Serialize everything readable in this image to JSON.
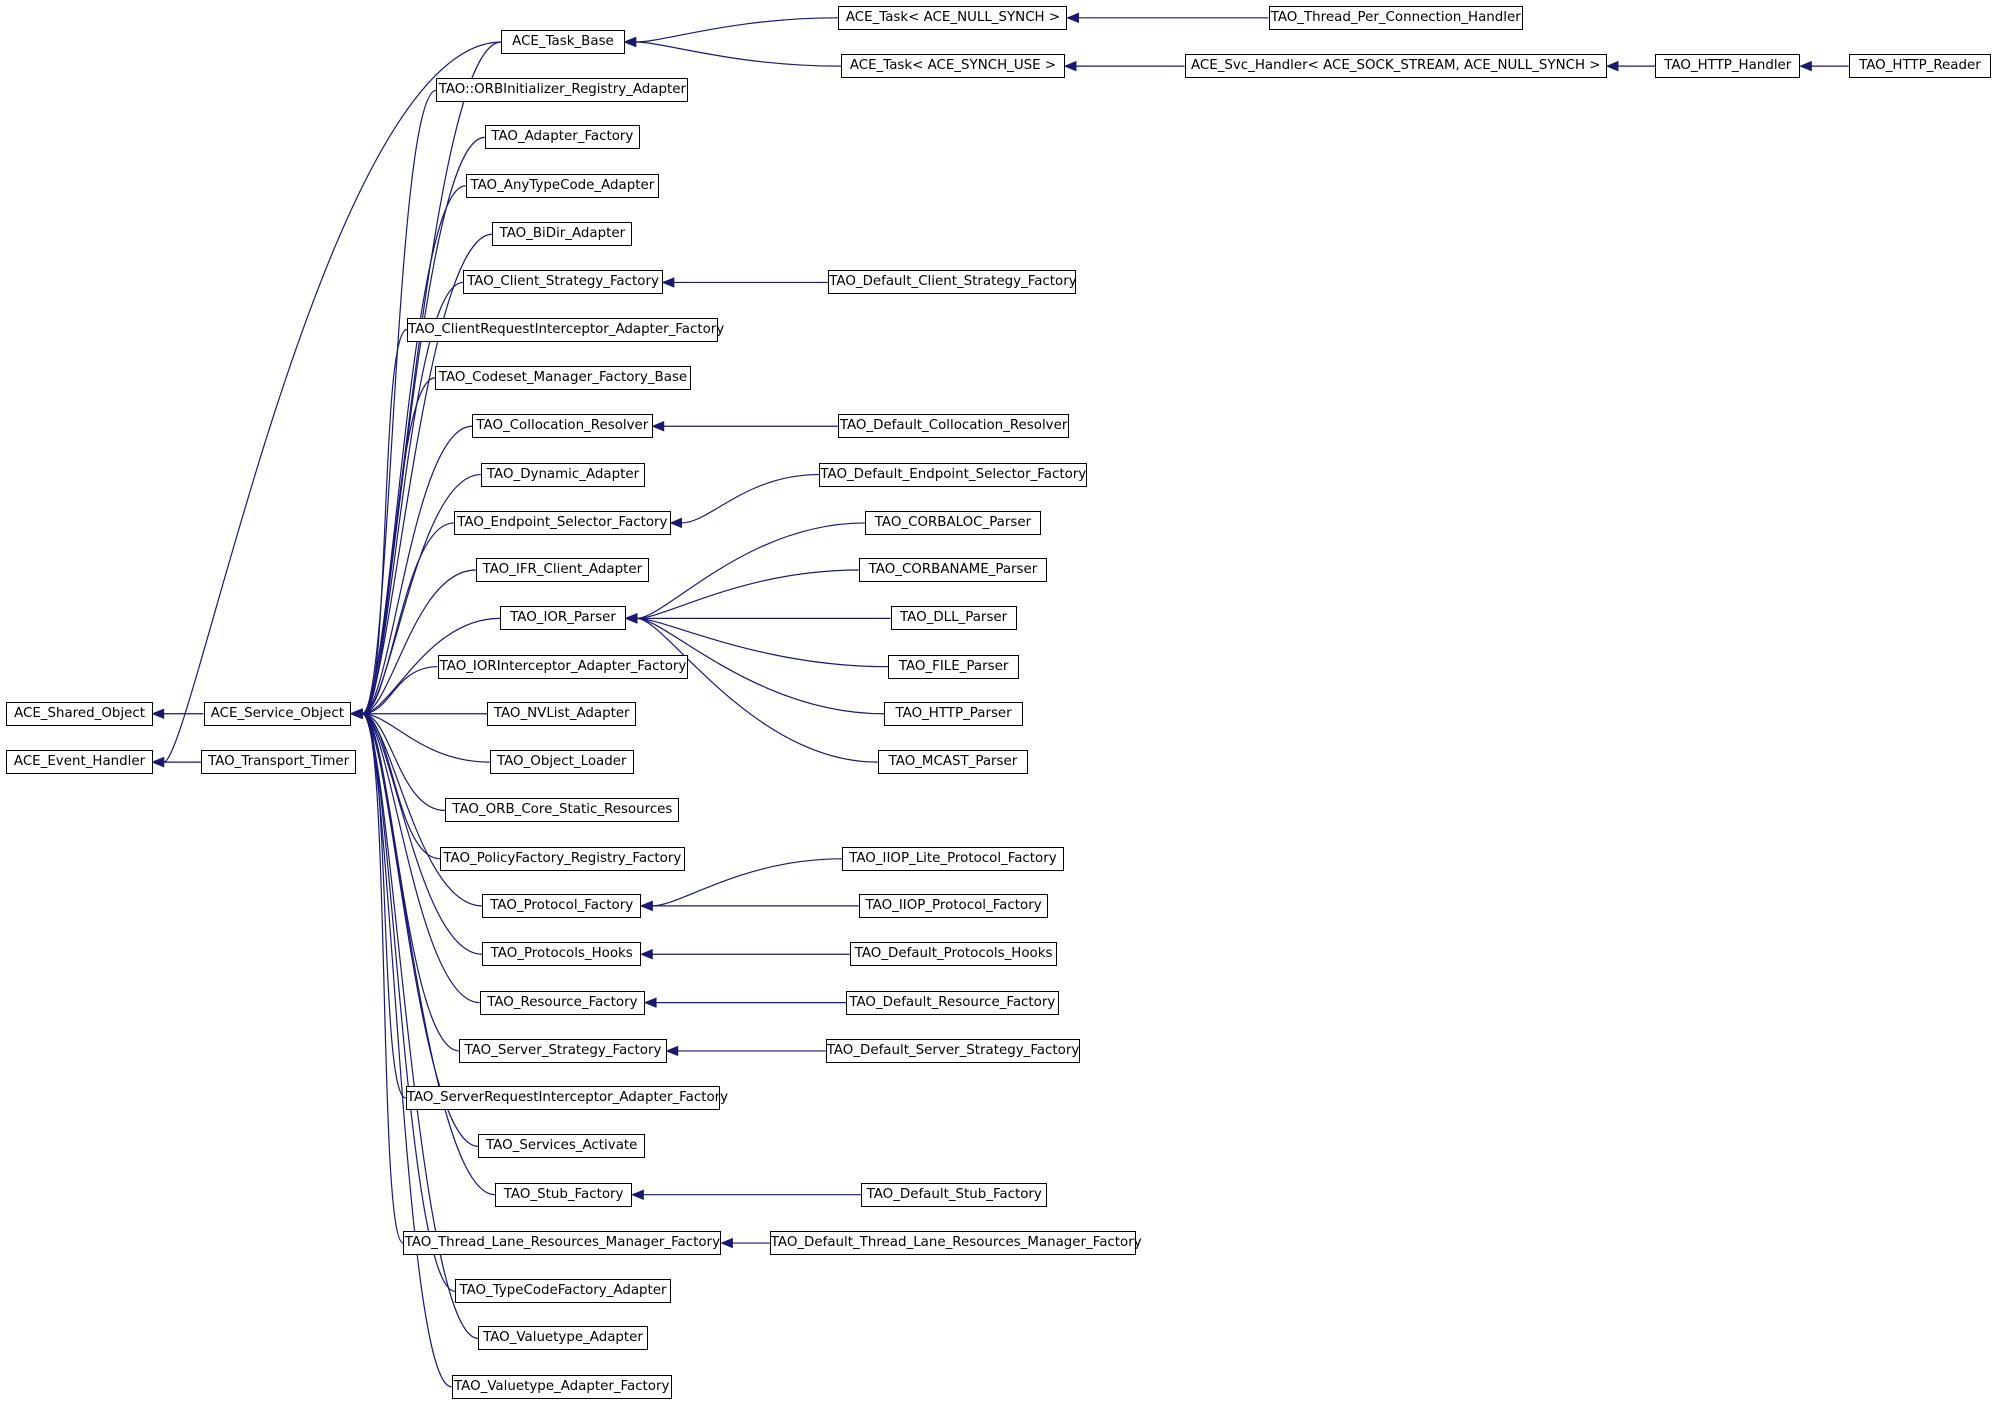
{
  "diagram": {
    "edge_color": "#191970",
    "nodes": [
      {
        "id": "ace_task_base",
        "label": "ACE_Task_Base"
      },
      {
        "id": "ace_task_null",
        "label": "ACE_Task< ACE_NULL_SYNCH >"
      },
      {
        "id": "tao_thread_per_conn",
        "label": "TAO_Thread_Per_Connection_Handler"
      },
      {
        "id": "ace_task_use",
        "label": "ACE_Task< ACE_SYNCH_USE >"
      },
      {
        "id": "ace_svc_handler",
        "label": "ACE_Svc_Handler< ACE_SOCK_STREAM, ACE_NULL_SYNCH >"
      },
      {
        "id": "tao_http_handler",
        "label": "TAO_HTTP_Handler"
      },
      {
        "id": "tao_http_reader",
        "label": "TAO_HTTP_Reader"
      },
      {
        "id": "tao_orbinit_reg",
        "label": "TAO::ORBInitializer_Registry_Adapter"
      },
      {
        "id": "tao_adapter_factory",
        "label": "TAO_Adapter_Factory"
      },
      {
        "id": "tao_anytypecode",
        "label": "TAO_AnyTypeCode_Adapter"
      },
      {
        "id": "tao_bidir",
        "label": "TAO_BiDir_Adapter"
      },
      {
        "id": "tao_client_strategy",
        "label": "TAO_Client_Strategy_Factory"
      },
      {
        "id": "tao_def_client_strategy",
        "label": "TAO_Default_Client_Strategy_Factory"
      },
      {
        "id": "tao_clientreq",
        "label": "TAO_ClientRequestInterceptor_Adapter_Factory"
      },
      {
        "id": "tao_codeset",
        "label": "TAO_Codeset_Manager_Factory_Base"
      },
      {
        "id": "tao_colloc",
        "label": "TAO_Collocation_Resolver"
      },
      {
        "id": "tao_def_colloc",
        "label": "TAO_Default_Collocation_Resolver"
      },
      {
        "id": "tao_dynamic",
        "label": "TAO_Dynamic_Adapter"
      },
      {
        "id": "tao_def_endpoint",
        "label": "TAO_Default_Endpoint_Selector_Factory"
      },
      {
        "id": "tao_endpoint",
        "label": "TAO_Endpoint_Selector_Factory"
      },
      {
        "id": "tao_corbaloc",
        "label": "TAO_CORBALOC_Parser"
      },
      {
        "id": "tao_ifr",
        "label": "TAO_IFR_Client_Adapter"
      },
      {
        "id": "tao_corbaname",
        "label": "TAO_CORBANAME_Parser"
      },
      {
        "id": "tao_ior_parser",
        "label": "TAO_IOR_Parser"
      },
      {
        "id": "tao_dll",
        "label": "TAO_DLL_Parser"
      },
      {
        "id": "tao_iorinterceptor",
        "label": "TAO_IORInterceptor_Adapter_Factory"
      },
      {
        "id": "tao_file",
        "label": "TAO_FILE_Parser"
      },
      {
        "id": "ace_shared",
        "label": "ACE_Shared_Object"
      },
      {
        "id": "ace_service",
        "label": "ACE_Service_Object"
      },
      {
        "id": "tao_nvlist",
        "label": "TAO_NVList_Adapter"
      },
      {
        "id": "tao_http_parser",
        "label": "TAO_HTTP_Parser"
      },
      {
        "id": "ace_event",
        "label": "ACE_Event_Handler"
      },
      {
        "id": "tao_transport_timer",
        "label": "TAO_Transport_Timer"
      },
      {
        "id": "tao_object_loader",
        "label": "TAO_Object_Loader"
      },
      {
        "id": "tao_mcast",
        "label": "TAO_MCAST_Parser"
      },
      {
        "id": "tao_orb_core_static",
        "label": "TAO_ORB_Core_Static_Resources"
      },
      {
        "id": "tao_policyfactory",
        "label": "TAO_PolicyFactory_Registry_Factory"
      },
      {
        "id": "tao_iiop_lite",
        "label": "TAO_IIOP_Lite_Protocol_Factory"
      },
      {
        "id": "tao_protocol_factory",
        "label": "TAO_Protocol_Factory"
      },
      {
        "id": "tao_iiop",
        "label": "TAO_IIOP_Protocol_Factory"
      },
      {
        "id": "tao_protocols_hooks",
        "label": "TAO_Protocols_Hooks"
      },
      {
        "id": "tao_def_protocols_hooks",
        "label": "TAO_Default_Protocols_Hooks"
      },
      {
        "id": "tao_resource",
        "label": "TAO_Resource_Factory"
      },
      {
        "id": "tao_def_resource",
        "label": "TAO_Default_Resource_Factory"
      },
      {
        "id": "tao_server_strategy",
        "label": "TAO_Server_Strategy_Factory"
      },
      {
        "id": "tao_def_server_strategy",
        "label": "TAO_Default_Server_Strategy_Factory"
      },
      {
        "id": "tao_serverreq",
        "label": "TAO_ServerRequestInterceptor_Adapter_Factory"
      },
      {
        "id": "tao_services_activate",
        "label": "TAO_Services_Activate"
      },
      {
        "id": "tao_stub_factory",
        "label": "TAO_Stub_Factory"
      },
      {
        "id": "tao_def_stub",
        "label": "TAO_Default_Stub_Factory"
      },
      {
        "id": "tao_thread_lane",
        "label": "TAO_Thread_Lane_Resources_Manager_Factory"
      },
      {
        "id": "tao_def_thread_lane",
        "label": "TAO_Default_Thread_Lane_Resources_Manager_Factory"
      },
      {
        "id": "tao_typecodefactory",
        "label": "TAO_TypeCodeFactory_Adapter"
      },
      {
        "id": "tao_valuetype",
        "label": "TAO_Valuetype_Adapter"
      },
      {
        "id": "tao_valuetype_factory",
        "label": "TAO_Valuetype_Adapter_Factory"
      }
    ],
    "edges": [
      {
        "from": "ace_task_null",
        "to": "ace_task_base"
      },
      {
        "from": "ace_task_use",
        "to": "ace_task_base"
      },
      {
        "from": "tao_thread_per_conn",
        "to": "ace_task_null"
      },
      {
        "from": "ace_svc_handler",
        "to": "ace_task_use"
      },
      {
        "from": "tao_http_handler",
        "to": "ace_svc_handler"
      },
      {
        "from": "tao_http_reader",
        "to": "tao_http_handler"
      },
      {
        "from": "ace_task_base",
        "to": "ace_service"
      },
      {
        "from": "tao_orbinit_reg",
        "to": "ace_service"
      },
      {
        "from": "tao_adapter_factory",
        "to": "ace_service"
      },
      {
        "from": "tao_anytypecode",
        "to": "ace_service"
      },
      {
        "from": "tao_bidir",
        "to": "ace_service"
      },
      {
        "from": "tao_client_strategy",
        "to": "ace_service"
      },
      {
        "from": "tao_clientreq",
        "to": "ace_service"
      },
      {
        "from": "tao_codeset",
        "to": "ace_service"
      },
      {
        "from": "tao_colloc",
        "to": "ace_service"
      },
      {
        "from": "tao_dynamic",
        "to": "ace_service"
      },
      {
        "from": "tao_endpoint",
        "to": "ace_service"
      },
      {
        "from": "tao_ifr",
        "to": "ace_service"
      },
      {
        "from": "tao_ior_parser",
        "to": "ace_service"
      },
      {
        "from": "tao_iorinterceptor",
        "to": "ace_service"
      },
      {
        "from": "tao_nvlist",
        "to": "ace_service"
      },
      {
        "from": "tao_object_loader",
        "to": "ace_service"
      },
      {
        "from": "tao_orb_core_static",
        "to": "ace_service"
      },
      {
        "from": "tao_policyfactory",
        "to": "ace_service"
      },
      {
        "from": "tao_protocol_factory",
        "to": "ace_service"
      },
      {
        "from": "tao_protocols_hooks",
        "to": "ace_service"
      },
      {
        "from": "tao_resource",
        "to": "ace_service"
      },
      {
        "from": "tao_server_strategy",
        "to": "ace_service"
      },
      {
        "from": "tao_serverreq",
        "to": "ace_service"
      },
      {
        "from": "tao_services_activate",
        "to": "ace_service"
      },
      {
        "from": "tao_stub_factory",
        "to": "ace_service"
      },
      {
        "from": "tao_thread_lane",
        "to": "ace_service"
      },
      {
        "from": "tao_typecodefactory",
        "to": "ace_service"
      },
      {
        "from": "tao_valuetype",
        "to": "ace_service"
      },
      {
        "from": "tao_valuetype_factory",
        "to": "ace_service"
      },
      {
        "from": "ace_service",
        "to": "ace_shared"
      },
      {
        "from": "ace_task_base",
        "to": "ace_event"
      },
      {
        "from": "tao_transport_timer",
        "to": "ace_event"
      },
      {
        "from": "tao_def_client_strategy",
        "to": "tao_client_strategy"
      },
      {
        "from": "tao_def_colloc",
        "to": "tao_colloc"
      },
      {
        "from": "tao_def_endpoint",
        "to": "tao_endpoint"
      },
      {
        "from": "tao_corbaloc",
        "to": "tao_ior_parser"
      },
      {
        "from": "tao_corbaname",
        "to": "tao_ior_parser"
      },
      {
        "from": "tao_dll",
        "to": "tao_ior_parser"
      },
      {
        "from": "tao_file",
        "to": "tao_ior_parser"
      },
      {
        "from": "tao_http_parser",
        "to": "tao_ior_parser"
      },
      {
        "from": "tao_mcast",
        "to": "tao_ior_parser"
      },
      {
        "from": "tao_iiop_lite",
        "to": "tao_protocol_factory"
      },
      {
        "from": "tao_iiop",
        "to": "tao_protocol_factory"
      },
      {
        "from": "tao_def_protocols_hooks",
        "to": "tao_protocols_hooks"
      },
      {
        "from": "tao_def_resource",
        "to": "tao_resource"
      },
      {
        "from": "tao_def_server_strategy",
        "to": "tao_server_strategy"
      },
      {
        "from": "tao_def_stub",
        "to": "tao_stub_factory"
      },
      {
        "from": "tao_def_thread_lane",
        "to": "tao_thread_lane"
      }
    ]
  }
}
